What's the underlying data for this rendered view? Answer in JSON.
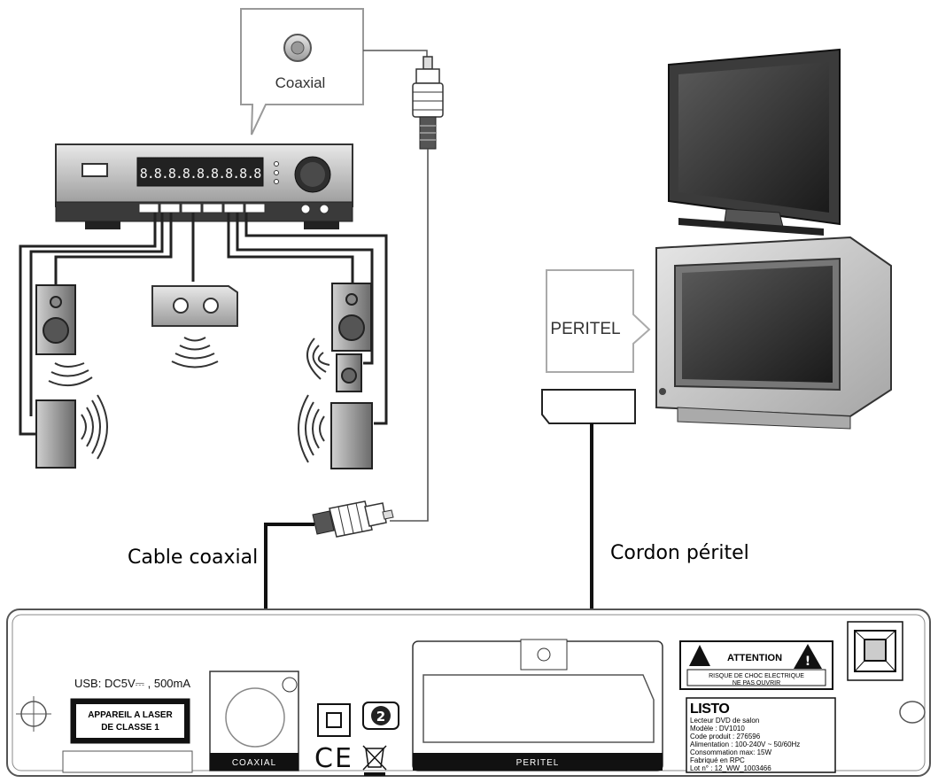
{
  "callouts": {
    "coaxial": "Coaxial",
    "peritel": "PERITEL"
  },
  "captions": {
    "cable_coaxial": "Cable coaxial",
    "cordon_peritel": "Cordon péritel"
  },
  "back_panel": {
    "usb_spec": "USB: DC5V⎓ , 500mA",
    "laser_label_line1": "APPAREIL A LASER",
    "laser_label_line2": "DE CLASSE 1",
    "coaxial_port_label": "COAXIAL",
    "peritel_port_label": "PERITEL",
    "ce_mark": "CE",
    "attention_title": "ATTENTION",
    "attention_line1": "RISQUE DE CHOC ELECTRIQUE",
    "attention_line2": "NE PAS OUVRIR",
    "brand": "LISTO",
    "spec_lines": [
      "Lecteur DVD de salon",
      "Modèle : DV1010",
      "Code produit : 276596",
      "Alimentation : 100-240V ~ 50/60Hz",
      "Consommation max: 15W",
      "Fabriqué en RPC",
      "Lot n° : 12_WW_1003466"
    ]
  },
  "amplifier_display": "8.8.8.8.8.8.8.8.8",
  "icons": [
    "amplifier",
    "speaker",
    "center-speaker",
    "subwoofer",
    "flat-tv",
    "crt-tv",
    "rca-plug",
    "scart-plug",
    "warning-triangle",
    "weee-bin-icon",
    "double-insulation-icon",
    "dvd-region-icon"
  ]
}
